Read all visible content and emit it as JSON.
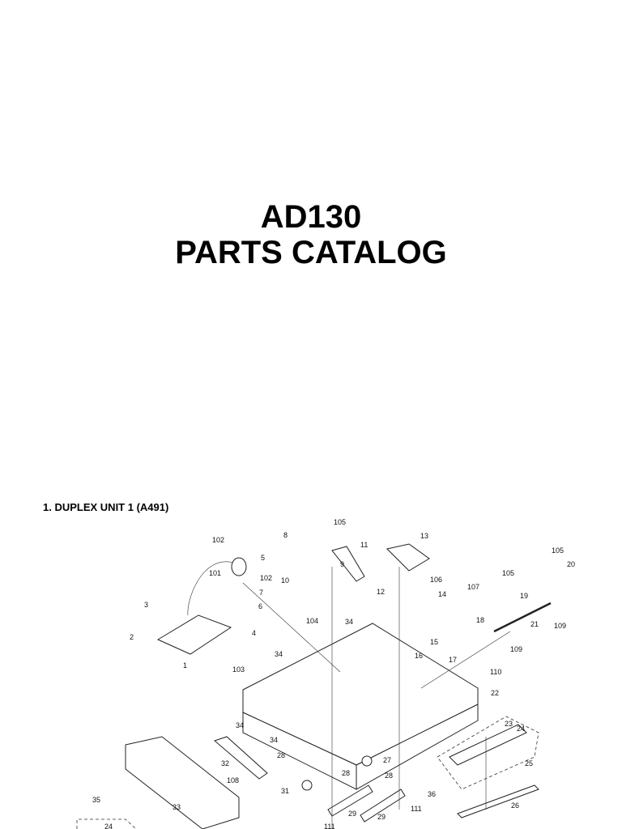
{
  "cover": {
    "title_line1": "AD130",
    "title_line2": "PARTS CATALOG"
  },
  "section": {
    "title": "1. DUPLEX UNIT 1 (A491)"
  },
  "diagram": {
    "callouts": [
      "102",
      "105",
      "8",
      "11",
      "13",
      "5",
      "101",
      "102",
      "10",
      "12",
      "106",
      "105",
      "107",
      "105",
      "20",
      "3",
      "7",
      "6",
      "104",
      "14",
      "19",
      "18",
      "21",
      "109",
      "2",
      "4",
      "34",
      "15",
      "109",
      "1",
      "34",
      "16",
      "17",
      "110",
      "103",
      "22",
      "34",
      "23",
      "24",
      "34",
      "28",
      "25",
      "32",
      "27",
      "108",
      "28",
      "28",
      "31",
      "36",
      "111",
      "29",
      "29",
      "26",
      "33",
      "35",
      "24",
      "111",
      "9"
    ]
  }
}
